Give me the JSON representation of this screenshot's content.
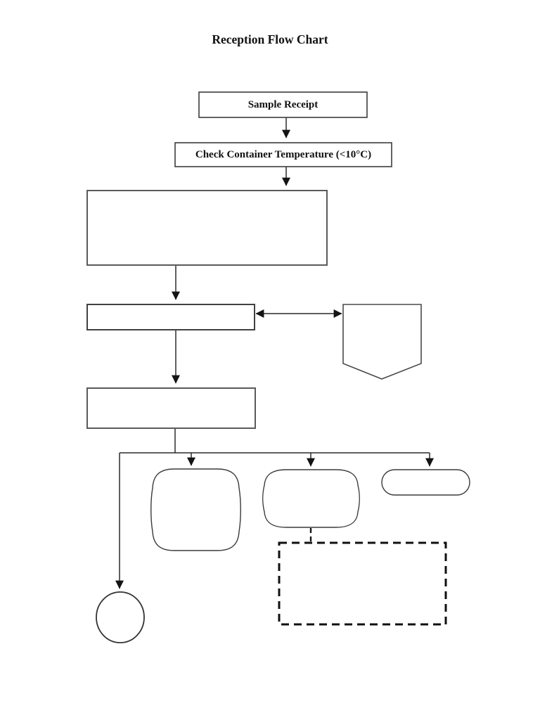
{
  "document": {
    "title": "Reception Flow Chart"
  },
  "flowchart": {
    "title": "Reception Flow Chart",
    "type": "flowchart",
    "nodes": [
      {
        "id": "sample-receipt",
        "shape": "rectangle",
        "label": "Sample Receipt"
      },
      {
        "id": "check-container-temperature",
        "shape": "rectangle",
        "label": "Check Container Temperature (<10°C)"
      },
      {
        "id": "large-process-box",
        "shape": "rectangle",
        "label": ""
      },
      {
        "id": "narrow-process-box",
        "shape": "rectangle",
        "label": ""
      },
      {
        "id": "off-page-connector",
        "shape": "pentagon-down",
        "label": ""
      },
      {
        "id": "process-box-2",
        "shape": "rectangle",
        "label": ""
      },
      {
        "id": "barrel-left",
        "shape": "rounded-barrel",
        "label": ""
      },
      {
        "id": "barrel-middle",
        "shape": "rounded-barrel",
        "label": ""
      },
      {
        "id": "stadium-right",
        "shape": "stadium",
        "label": ""
      },
      {
        "id": "dashed-box",
        "shape": "dashed-rectangle",
        "label": ""
      },
      {
        "id": "end-circle",
        "shape": "circle",
        "label": ""
      }
    ],
    "edges": [
      {
        "from": "sample-receipt",
        "to": "check-container-temperature",
        "style": "arrow"
      },
      {
        "from": "check-container-temperature",
        "to": "large-process-box",
        "style": "arrow"
      },
      {
        "from": "large-process-box",
        "to": "narrow-process-box",
        "style": "arrow"
      },
      {
        "from": "narrow-process-box",
        "to": "off-page-connector",
        "style": "double-arrow"
      },
      {
        "from": "narrow-process-box",
        "to": "process-box-2",
        "style": "arrow"
      },
      {
        "from": "process-box-2",
        "to": "barrel-left",
        "style": "arrow"
      },
      {
        "from": "process-box-2",
        "to": "barrel-middle",
        "style": "arrow"
      },
      {
        "from": "process-box-2",
        "to": "stadium-right",
        "style": "arrow"
      },
      {
        "from": "process-box-2",
        "to": "end-circle",
        "style": "arrow"
      },
      {
        "from": "barrel-middle",
        "to": "dashed-box",
        "style": "dashed-line"
      }
    ],
    "colors": {
      "background": "#ffffff",
      "line": "#2a2a2a",
      "box_border": "#4f4f4f",
      "thin_border": "#3c3c3c",
      "dashed_border": "#101010",
      "text": "#111111"
    }
  }
}
